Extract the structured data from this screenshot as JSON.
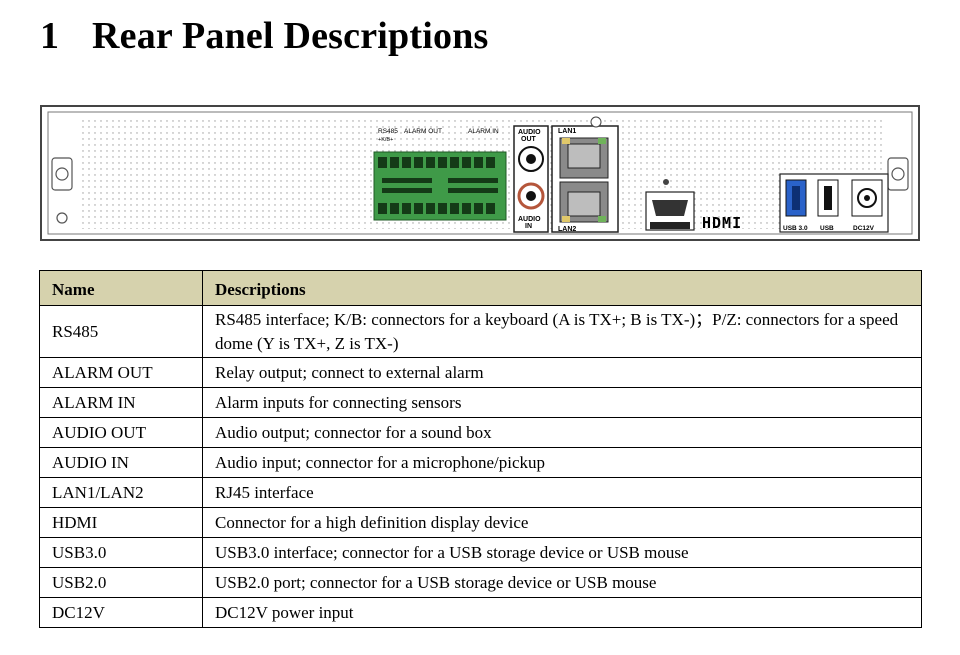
{
  "section": {
    "number": "1",
    "title": "Rear Panel Descriptions"
  },
  "panel_labels": {
    "rs485": "RS485",
    "kb": "+K/B+",
    "alarm_out": "ALARM OUT",
    "alarm_in": "ALARM IN",
    "audio_out_1": "AUDIO",
    "audio_out_2": "OUT",
    "audio_in_1": "AUDIO",
    "audio_in_2": "IN",
    "lan1": "LAN1",
    "lan2": "LAN2",
    "hdmi_logo": "HDMI",
    "usb3": "USB 3.0",
    "usb": "USB",
    "dc12v": "DC12V"
  },
  "table": {
    "headers": [
      "Name",
      "Descriptions"
    ],
    "rows": [
      {
        "name": "RS485",
        "description": "RS485 interface; K/B: connectors for a keyboard (A is TX+; B is TX-)；P/Z: connectors for a speed dome (Y is TX+, Z is TX-)"
      },
      {
        "name": "ALARM OUT",
        "description": "Relay output; connect to external alarm"
      },
      {
        "name": "ALARM IN",
        "description": "Alarm inputs for connecting sensors"
      },
      {
        "name": "AUDIO OUT",
        "description": "Audio output; connector for a sound box"
      },
      {
        "name": "AUDIO IN",
        "description": "Audio input; connector for a microphone/pickup"
      },
      {
        "name": "LAN1/LAN2",
        "description": "RJ45 interface"
      },
      {
        "name": "HDMI",
        "description": "Connector for a high definition display device"
      },
      {
        "name": "USB3.0",
        "description": "USB3.0 interface; connector for a USB storage device or USB mouse"
      },
      {
        "name": "USB2.0",
        "description": "USB2.0 port; connector for a USB storage device or USB mouse"
      },
      {
        "name": "DC12V",
        "description": "DC12V power input"
      }
    ]
  }
}
